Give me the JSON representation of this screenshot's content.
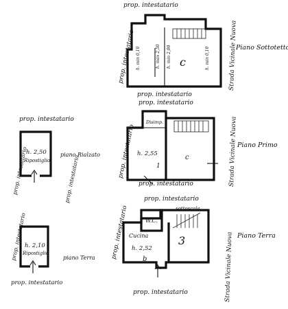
{
  "owner_label": "prop. intestatario",
  "street_label": "Strada Vicinale Nuova",
  "cellar_plan": {
    "level_label": "Piano Sottotetto",
    "dims": [
      "h. min 0,10",
      "h. max 2,50",
      "h. min 2,00",
      "h. min 0,10"
    ]
  },
  "first_floor_plan": {
    "level_label": "Piano Primo",
    "disimpegno_label": "Disimp.",
    "room_height": "h. 2,55"
  },
  "ground_floor_plan": {
    "level_label": "Piano Terra",
    "wc_label": "W.C.",
    "sottoscala_label": "sottoscala",
    "kitchen_label": "Cucina",
    "kitchen_height": "h. 2,52",
    "room_number": "3"
  },
  "storage_raised": {
    "height": "h. 2,50",
    "room_label": "Ripostiglio",
    "level_label": "piano Rialzato"
  },
  "storage_ground": {
    "height": "h. 2,10",
    "room_label": "Ripostiglio",
    "level_label": "piano Terra"
  },
  "colors": {
    "ink": "#111111",
    "paper": "#ffffff"
  }
}
